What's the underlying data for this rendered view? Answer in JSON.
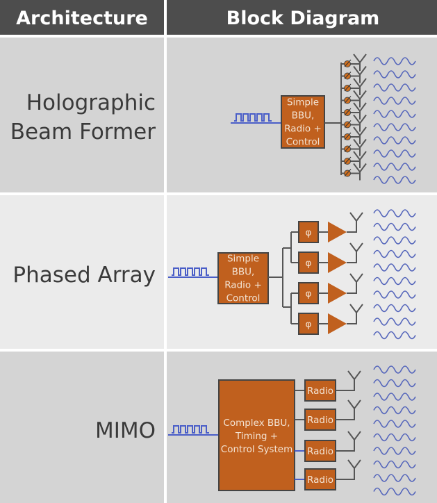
{
  "header": {
    "col1": "Architecture",
    "col2": "Block Diagram"
  },
  "rows": [
    {
      "label_lines": [
        "Holographic",
        "Beam Former"
      ],
      "block_lines": [
        "Simple",
        "BBU,",
        "Radio +",
        "Control"
      ],
      "elements": 10,
      "waves": 10
    },
    {
      "label_lines": [
        "Phased Array"
      ],
      "block_lines": [
        "Simple",
        "BBU,",
        "Radio +",
        "Control"
      ],
      "phase_symbol": "φ",
      "branches": 4,
      "waves": 10
    },
    {
      "label_lines": [
        "MIMO"
      ],
      "block_lines": [
        "Complex BBU,",
        "Timing +",
        "Control System"
      ],
      "radio_label": "Radio",
      "branches": 4,
      "waves": 10
    }
  ],
  "colors": {
    "header_bg": "#4d4d4d",
    "row_dark": "#d4d4d4",
    "row_light": "#ebebeb",
    "block": "#c0601e",
    "signal": "#4a5ec8"
  }
}
